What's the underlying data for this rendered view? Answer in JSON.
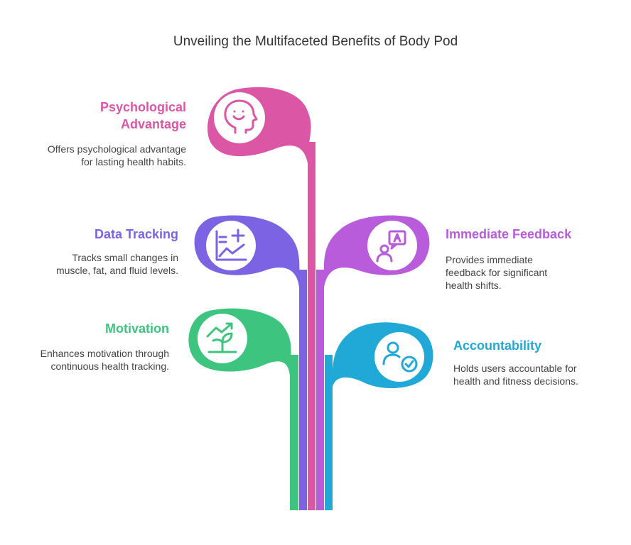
{
  "title": "Unveiling the Multifaceted Benefits of Body Pod",
  "colors": {
    "psychological": "#DB57A6",
    "data_tracking": "#7B63E3",
    "immediate_feedback": "#B85CDB",
    "motivation": "#3DC47E",
    "accountability": "#20A9D6"
  },
  "items": [
    {
      "heading": "Psychological Advantage",
      "description": "Offers psychological advantage for lasting health habits.",
      "icon": "smiling-head-icon"
    },
    {
      "heading": "Data Tracking",
      "description": "Tracks small changes in muscle, fat, and fluid levels.",
      "icon": "chart-plus-icon"
    },
    {
      "heading": "Immediate Feedback",
      "description": "Provides immediate feedback for significant health shifts.",
      "icon": "user-speech-bubble-icon"
    },
    {
      "heading": "Motivation",
      "description": "Enhances motivation through continuous health tracking.",
      "icon": "growing-plant-icon"
    },
    {
      "heading": "Accountability",
      "description": "Holds users accountable for health and fitness decisions.",
      "icon": "user-check-icon"
    }
  ]
}
